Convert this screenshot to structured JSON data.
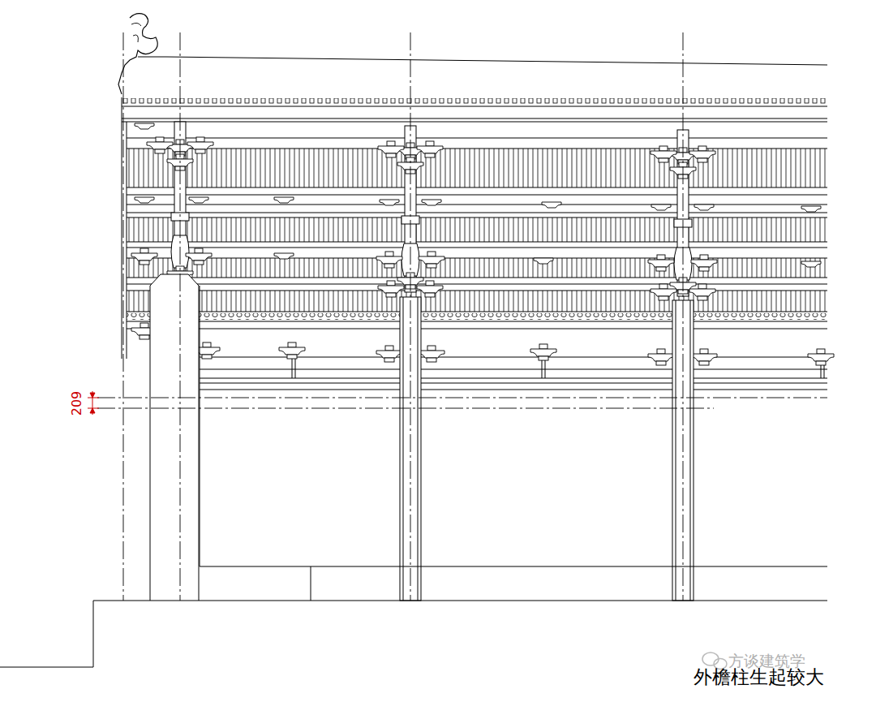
{
  "diagram": {
    "caption": "外檐柱生起较大",
    "labels": [
      "209",
      "方谈建筑学"
    ]
  }
}
